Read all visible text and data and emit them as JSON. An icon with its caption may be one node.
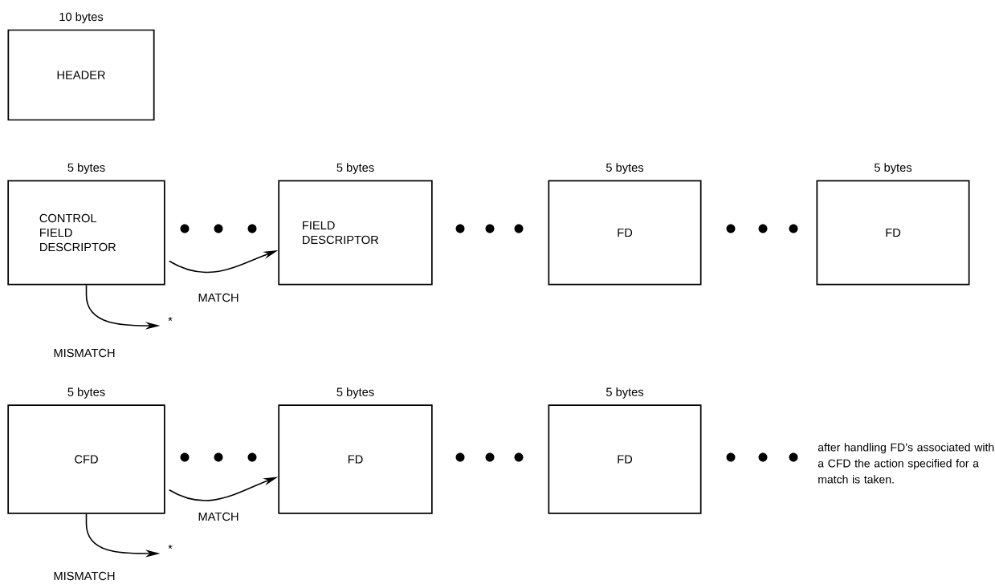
{
  "diagram": {
    "nodes": [
      {
        "text": [
          "HEADER"
        ],
        "beside": [
          "10 bytes"
        ]
      },
      {
        "text": [
          "CONTROL FIELD DESCRIPTOR"
        ],
        "beside": [
          "5 bytes"
        ]
      },
      {
        "text": [
          "FIELD DESCRIPTOR"
        ],
        "beside": [
          "5 bytes"
        ]
      },
      {
        "text": [
          "FD"
        ],
        "beside": [
          "5 bytes"
        ]
      },
      {
        "text": [
          "FD"
        ],
        "beside": [
          "5 bytes"
        ]
      },
      {
        "text": [
          "*"
        ]
      },
      {
        "text": [
          "CFD"
        ],
        "beside": [
          "5 bytes"
        ]
      },
      {
        "text": [
          "FD"
        ],
        "beside": [
          "5 bytes"
        ]
      },
      {
        "text": [
          "FD"
        ],
        "beside": [
          "5 bytes"
        ]
      },
      {
        "text": [
          "*"
        ]
      }
    ],
    "edges": [
      {
        "from": 1,
        "to": 2,
        "arrow": "to",
        "label": "MATCH"
      },
      {
        "from": 1,
        "to": 5,
        "arrow": "to",
        "label": "MISMATCH"
      },
      {
        "from": 6,
        "to": 7,
        "arrow": "to",
        "label": "MATCH"
      },
      {
        "from": 6,
        "to": 9,
        "arrow": "to",
        "label": "MISMATCH"
      }
    ],
    "labels": [
      "after handling FD’s associated with a CFD the action specified for a match is taken."
    ]
  }
}
